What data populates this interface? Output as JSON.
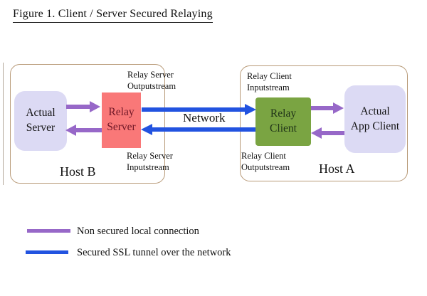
{
  "title": "Figure 1. Client / Server Secured Relaying",
  "colors": {
    "purple_arrow": "#9768c8",
    "blue_arrow": "#2253e0",
    "relay_server_box": "#f97878",
    "relay_client_box": "#7aa442",
    "actual_boxes": "#dcdaf4",
    "host_border": "#b89a78"
  },
  "host_b": {
    "label": "Host B",
    "actual_server": "Actual Server",
    "relay_server": "Relay Server",
    "outputstream_label": "Relay Server Outputstream",
    "inputstream_label": "Relay Server Inputstream"
  },
  "host_a": {
    "label": "Host A",
    "relay_client": "Relay Client",
    "actual_app_client": "Actual App Client",
    "inputstream_label": "Relay Client Inputstream",
    "outputstream_label": "Relay Client Outputstream"
  },
  "network_label": "Network",
  "legend": {
    "non_secured": "Non secured local connection",
    "secured": "Secured SSL tunnel over the network"
  }
}
